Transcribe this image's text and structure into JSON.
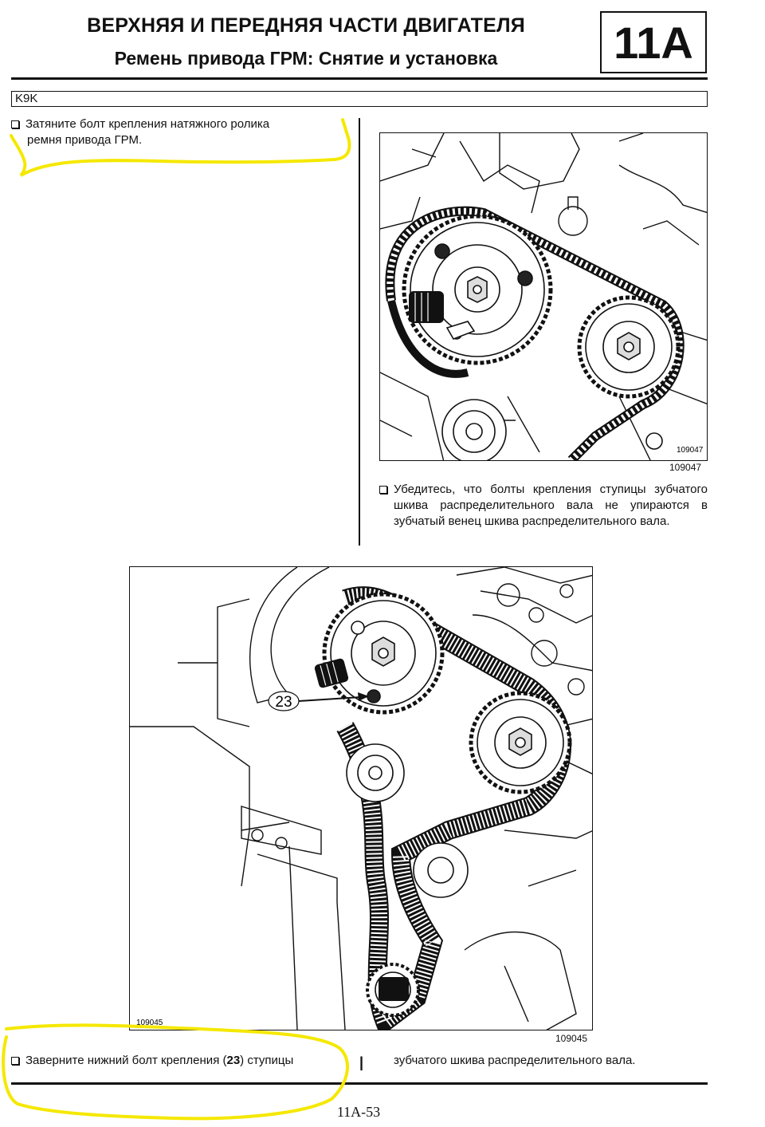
{
  "header": {
    "title": "ВЕРХНЯЯ И ПЕРЕДНЯЯ ЧАСТИ ДВИГАТЕЛЯ",
    "subtitle": "Ремень привода ГРМ: Снятие и установка",
    "chapter": "11A"
  },
  "engine_code": "K9K",
  "steps": [
    {
      "line1": "Затяните болт   крепления   натяжного ролика",
      "line2": "ремня привода ГРМ."
    },
    {
      "text": "Убедитесь,   что  болты крепления ступицы зубчатого шкива распределительного вала не упираются   в   зубчатый венец шкива распределительного вала."
    },
    {
      "text_before": "Заверните нижний болт крепления (",
      "ref": "23",
      "text_after": ") ступицы"
    },
    {
      "text": "зубчатого шкива распределительного вала."
    }
  ],
  "figures": [
    {
      "id": "109047"
    },
    {
      "id": "109045",
      "callout": "23"
    }
  ],
  "pipe": "|",
  "page_number": "11A-53",
  "colors": {
    "highlight": "#f5e800",
    "ink": "#111111"
  }
}
